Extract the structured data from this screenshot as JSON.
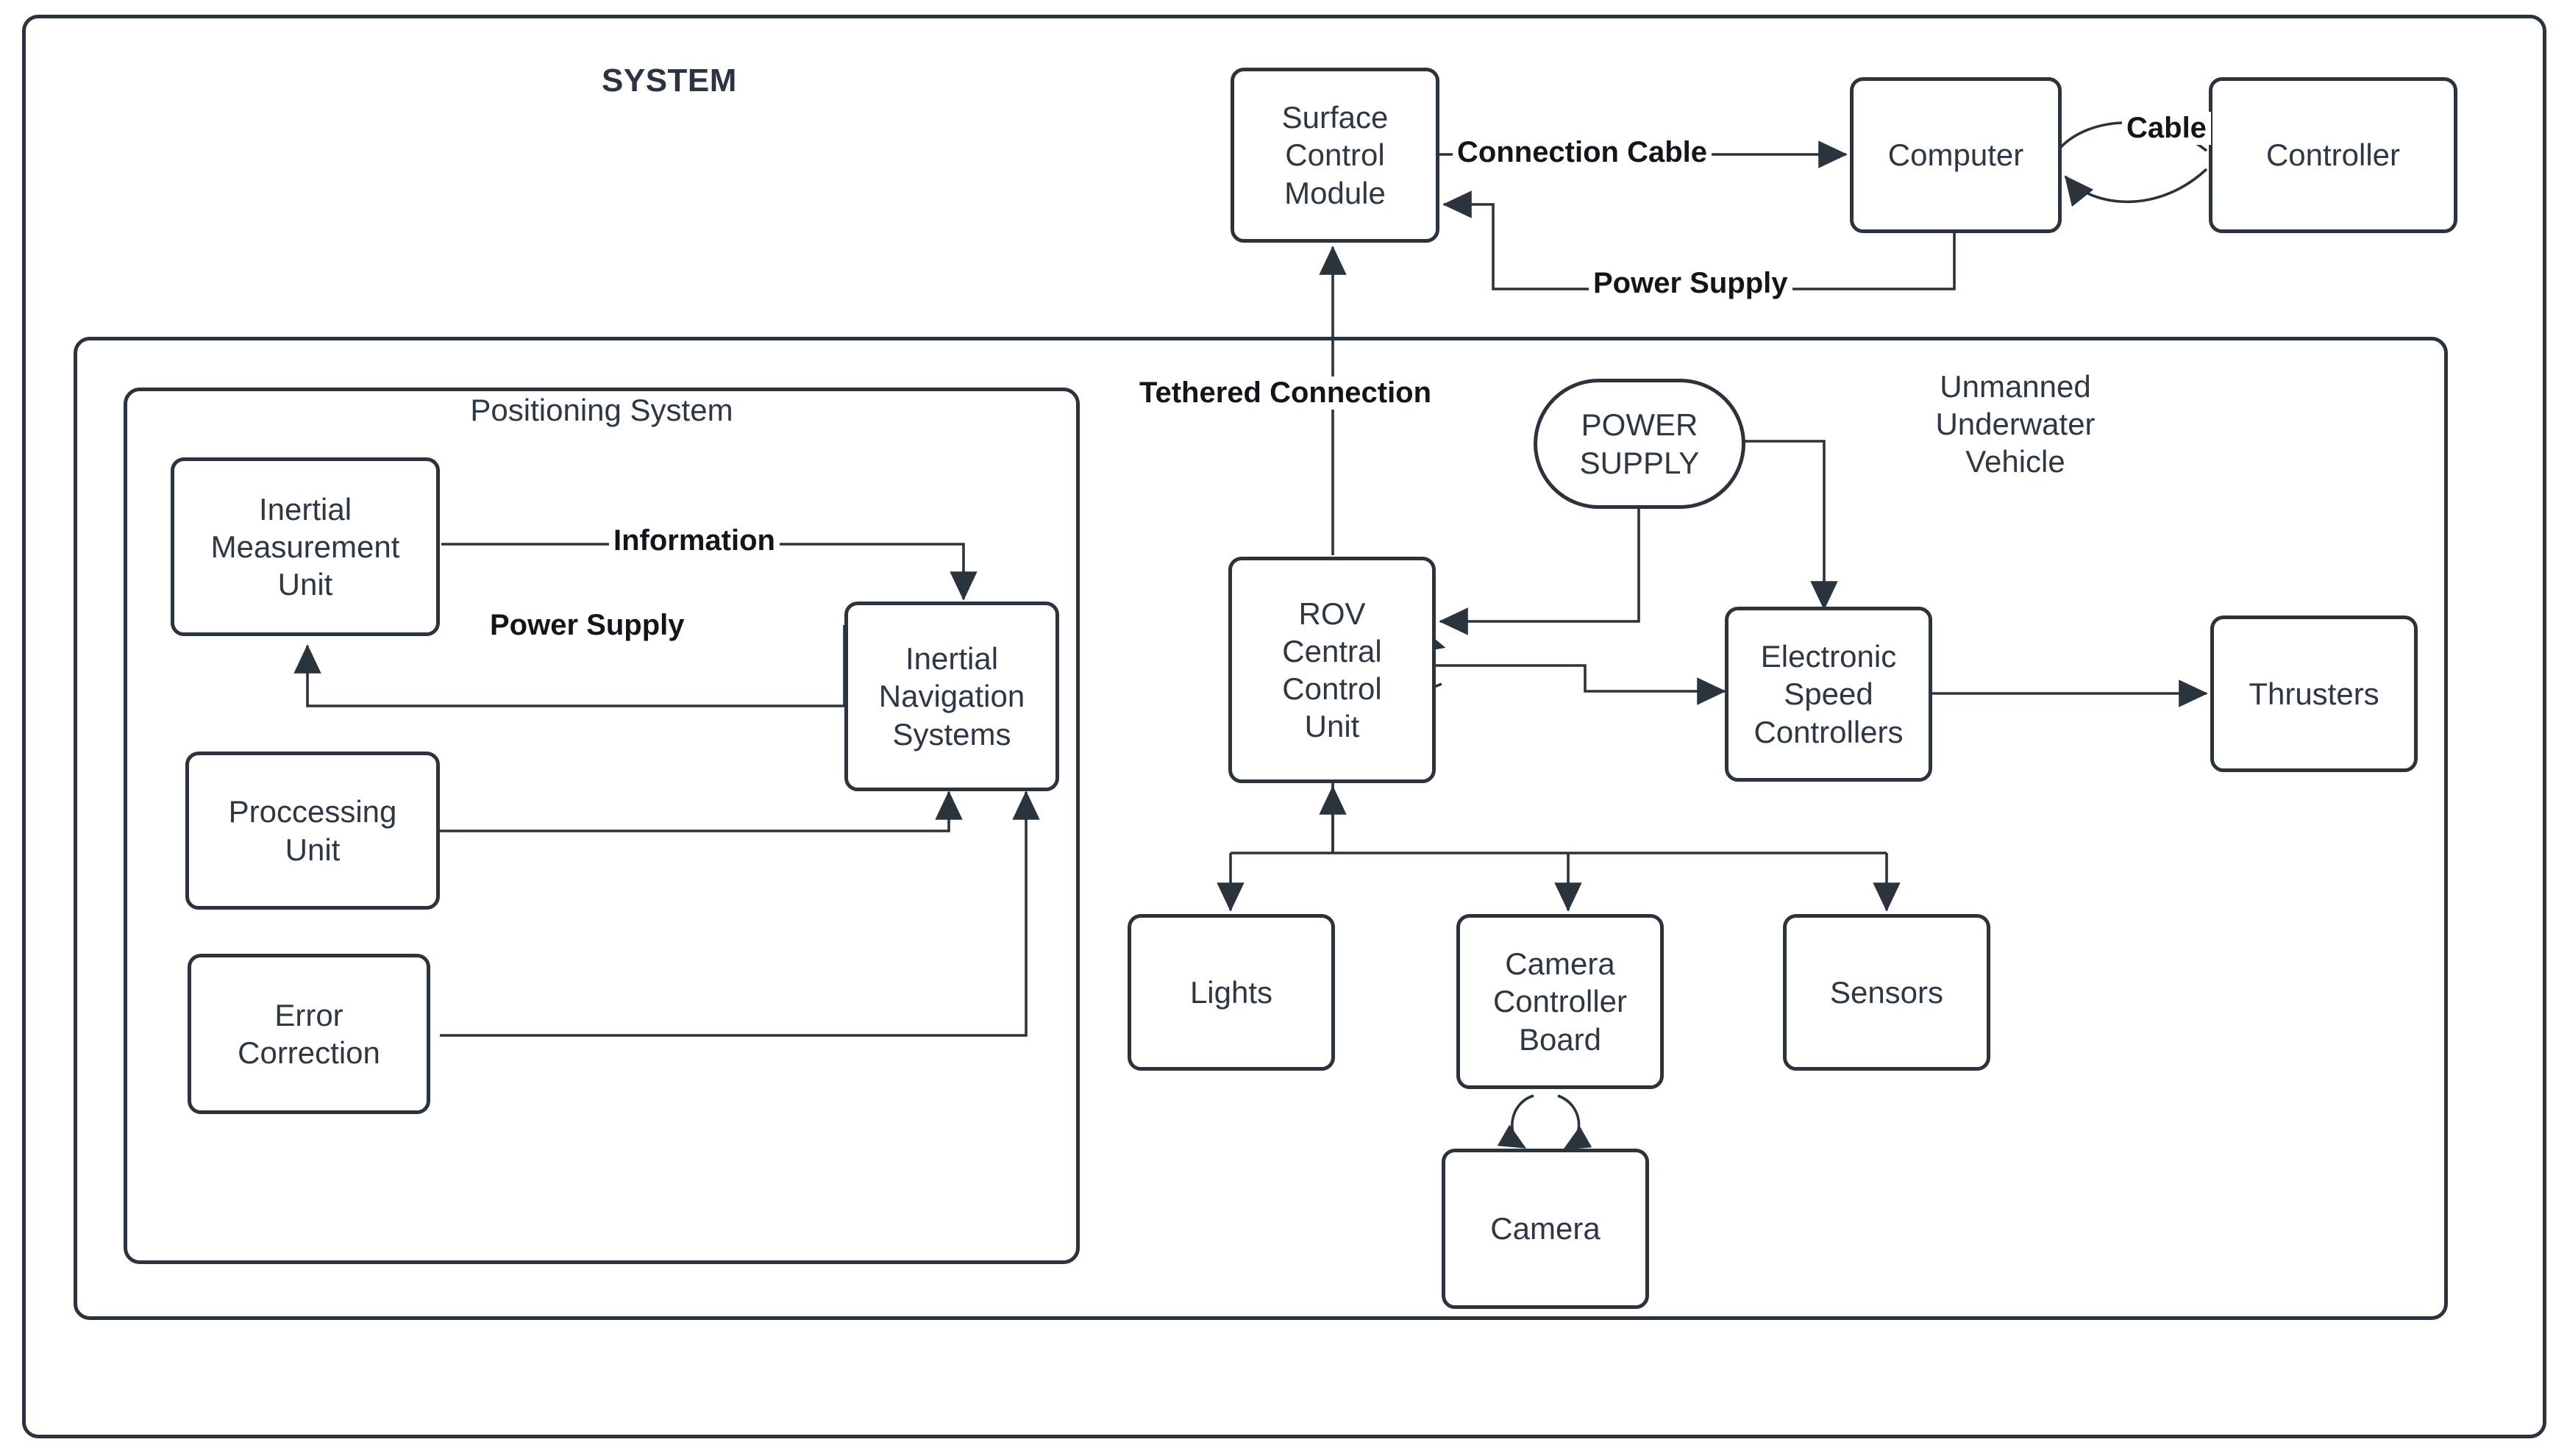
{
  "diagram": {
    "title": "SYSTEM",
    "containers": [
      {
        "id": "system",
        "label": "SYSTEM"
      },
      {
        "id": "uuv",
        "label": "Unmanned\nUnderwater\nVehicle"
      },
      {
        "id": "positioning",
        "label": "Positioning System"
      }
    ],
    "nodes": [
      {
        "id": "surface-control-module",
        "label": "Surface\nControl\nModule"
      },
      {
        "id": "computer",
        "label": "Computer"
      },
      {
        "id": "controller",
        "label": "Controller"
      },
      {
        "id": "power-supply",
        "label": "POWER\nSUPPLY"
      },
      {
        "id": "inertial-measurement-unit",
        "label": "Inertial\nMeasurement\nUnit"
      },
      {
        "id": "inertial-navigation-systems",
        "label": "Inertial\nNavigation\nSystems"
      },
      {
        "id": "proccessing-unit",
        "label": "Proccessing\nUnit"
      },
      {
        "id": "error-correction",
        "label": "Error\nCorrection"
      },
      {
        "id": "rov-central-control-unit",
        "label": "ROV\nCentral\nControl\nUnit"
      },
      {
        "id": "electronic-speed-controllers",
        "label": "Electronic\nSpeed\nControllers"
      },
      {
        "id": "thrusters",
        "label": "Thrusters"
      },
      {
        "id": "lights",
        "label": "Lights"
      },
      {
        "id": "camera-controller-board",
        "label": "Camera\nController\nBoard"
      },
      {
        "id": "sensors",
        "label": "Sensors"
      },
      {
        "id": "camera",
        "label": "Camera"
      }
    ],
    "edge_labels": [
      {
        "id": "connection-cable",
        "label": "Connection Cable"
      },
      {
        "id": "cable",
        "label": "Cable"
      },
      {
        "id": "power-supply-top",
        "label": "Power Supply"
      },
      {
        "id": "tethered-connection",
        "label": "Tethered Connection"
      },
      {
        "id": "information",
        "label": "Information"
      },
      {
        "id": "power-supply-imu",
        "label": "Power Supply"
      }
    ],
    "colors": {
      "stroke": "#2b333c",
      "text": "#2e3845",
      "label_text": "#12161b",
      "background": "#ffffff"
    }
  }
}
